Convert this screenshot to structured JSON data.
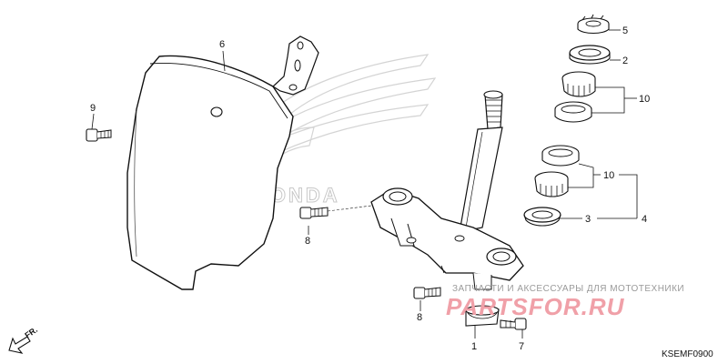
{
  "diagram": {
    "callouts": {
      "c1": "1",
      "c2": "2",
      "c3": "3",
      "c4": "4",
      "c5": "5",
      "c6": "6",
      "c7": "7",
      "c8a": "8",
      "c8b": "8",
      "c9": "9",
      "c10a": "10",
      "c10b": "10"
    },
    "direction_label": "FR.",
    "diagram_code": "KSEMF0900",
    "brand_watermark": "HONDA",
    "watermark": {
      "tagline": "ЗАПЧАСТИ И АКСЕССУАРЫ ДЛЯ МОТОТЕХНИКИ",
      "site": "PARTSFOR.RU"
    }
  }
}
